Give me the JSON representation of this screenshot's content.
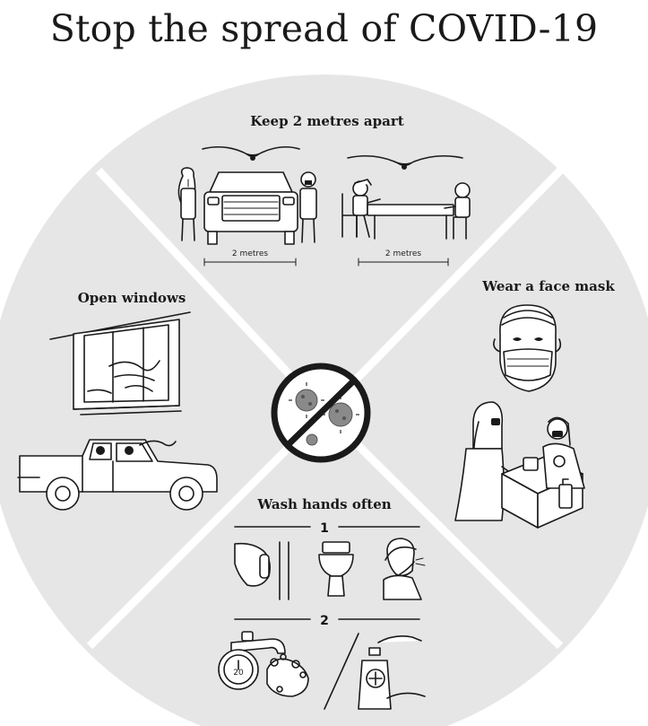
{
  "title": "Stop the spread of COVID-19",
  "colors": {
    "panel": "#e6e6e7",
    "ink": "#1a1a1a",
    "background": "#ffffff"
  },
  "sections": {
    "keep_apart": {
      "label": "Keep 2 metres apart",
      "distance_label_1": "2 metres",
      "distance_label_2": "2 metres"
    },
    "wear_mask": {
      "label": "Wear a face mask"
    },
    "open_windows": {
      "label": "Open windows"
    },
    "wash_hands": {
      "label": "Wash hands often",
      "step_1": "1",
      "step_2": "2",
      "timer_value": "20"
    }
  },
  "center_symbol": {
    "icon": "no-virus-icon"
  }
}
